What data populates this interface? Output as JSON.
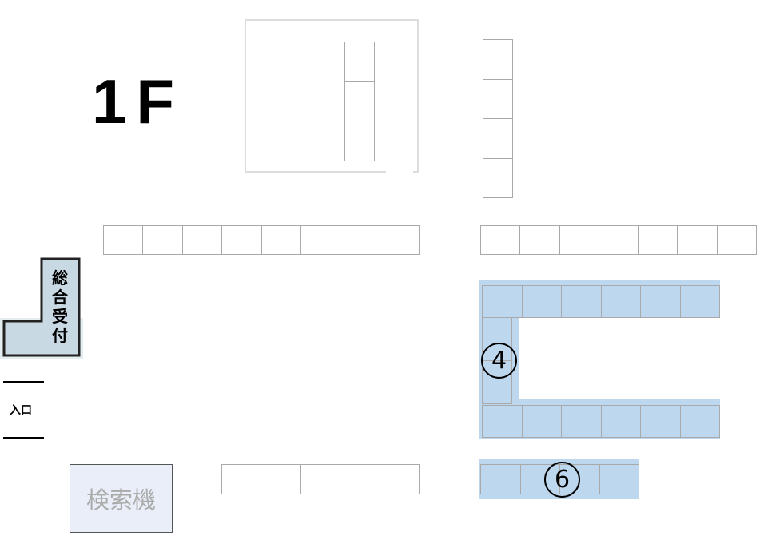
{
  "floor_label": "1F",
  "reception_label": "総合受付",
  "entrance_label": "入口",
  "kiosk_label": "検索機",
  "shelves": {
    "room_column": 3,
    "right_column": 4,
    "left_row": 8,
    "right_row": 7,
    "bottom_row": 5,
    "area4_top_row": 6,
    "area4_left_column": 2,
    "area4_bottom_row": 6,
    "area6_row": 4
  },
  "areas": [
    {
      "number": "4"
    },
    {
      "number": "6"
    }
  ],
  "colors": {
    "highlight": "#bdd7ee",
    "reception_fill": "#c9d9e3",
    "kiosk_fill": "#e9eef8"
  }
}
